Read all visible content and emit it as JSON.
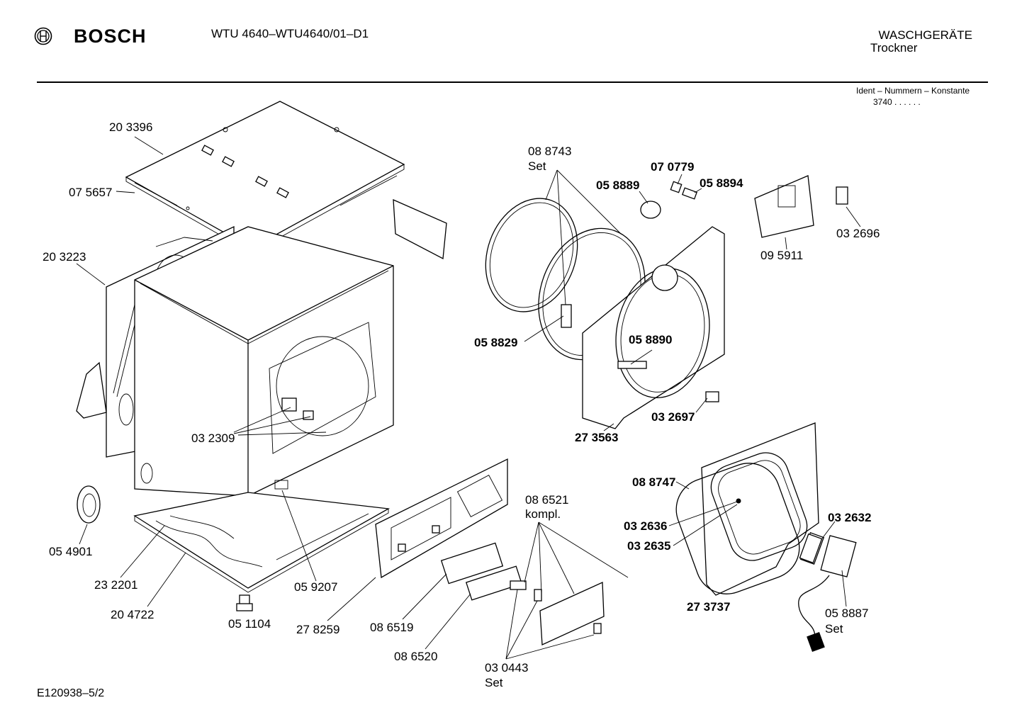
{
  "header": {
    "brand": "BOSCH",
    "model": "WTU 4640–WTU4640/01–D1",
    "category_line1": "WASCHGERÄTE",
    "category_line2": "Trockner",
    "ident_label": "Ident – Nummern – Konstante",
    "ident_value": "3740  .  .    .  .  .  ."
  },
  "footer": {
    "code": "E120938–5/2"
  },
  "parts": [
    {
      "id": "p203396",
      "number": "20 3396",
      "bold": false
    },
    {
      "id": "p075657",
      "number": "07 5657",
      "bold": false
    },
    {
      "id": "p203223",
      "number": "20 3223",
      "bold": false
    },
    {
      "id": "p032309",
      "number": "03 2309",
      "bold": false
    },
    {
      "id": "p054901",
      "number": "05 4901",
      "bold": false
    },
    {
      "id": "p232201",
      "number": "23 2201",
      "bold": false
    },
    {
      "id": "p204722",
      "number": "20 4722",
      "bold": false
    },
    {
      "id": "p051104",
      "number": "05 1104",
      "bold": false
    },
    {
      "id": "p059207",
      "number": "05 9207",
      "bold": false
    },
    {
      "id": "p278259",
      "number": "27 8259",
      "bold": false
    },
    {
      "id": "p086519",
      "number": "08 6519",
      "bold": false
    },
    {
      "id": "p086520",
      "number": "08 6520",
      "bold": false
    },
    {
      "id": "p086521",
      "number": "08 6521",
      "suffix": "kompl.",
      "bold": false
    },
    {
      "id": "p030443",
      "number": "03 0443",
      "suffix": "Set",
      "bold": false
    },
    {
      "id": "p088743",
      "number": "08 8743",
      "suffix": "Set",
      "bold": false
    },
    {
      "id": "p058829",
      "number": "05 8829",
      "bold": true
    },
    {
      "id": "p058889",
      "number": "05 8889",
      "bold": true
    },
    {
      "id": "p070779",
      "number": "07 0779",
      "bold": true
    },
    {
      "id": "p058894",
      "number": "05 8894",
      "bold": true
    },
    {
      "id": "p058890",
      "number": "05 8890",
      "bold": true
    },
    {
      "id": "p273563",
      "number": "27 3563",
      "bold": true
    },
    {
      "id": "p032697",
      "number": "03 2697",
      "bold": true
    },
    {
      "id": "p095911",
      "number": "09 5911",
      "bold": false
    },
    {
      "id": "p032696",
      "number": "03 2696",
      "bold": false
    },
    {
      "id": "p088747",
      "number": "08 8747",
      "bold": true
    },
    {
      "id": "p032636",
      "number": "03 2636",
      "bold": true
    },
    {
      "id": "p032635",
      "number": "03 2635",
      "bold": true
    },
    {
      "id": "p032632",
      "number": "03 2632",
      "bold": true
    },
    {
      "id": "p273737",
      "number": "27 3737",
      "bold": true
    },
    {
      "id": "p058887",
      "number": "05 8887",
      "suffix": "Set",
      "bold": false
    }
  ]
}
